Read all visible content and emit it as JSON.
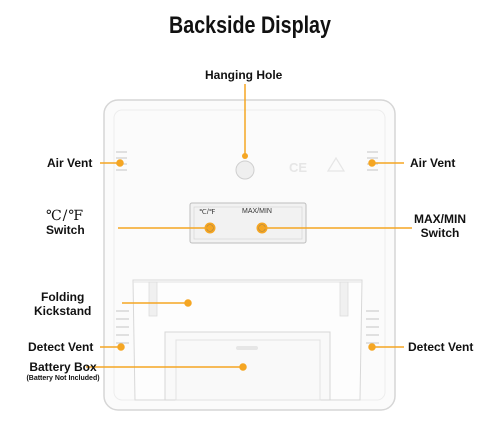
{
  "title": "Backside Display",
  "labels": {
    "hanging_hole": "Hanging Hole",
    "air_vent_left": "Air Vent",
    "air_vent_right": "Air Vent",
    "temp_unit_symbol": "℃/℉",
    "temp_unit_switch": "Switch",
    "max_min_line1": "MAX/MIN",
    "max_min_line2": "Switch",
    "folding_line1": "Folding",
    "folding_line2": "Kickstand",
    "detect_vent_left": "Detect Vent",
    "detect_vent_right": "Detect Vent",
    "battery_box": "Battery Box",
    "battery_note": "(Battery Not Included)"
  },
  "device_text": {
    "unit_switch": "℃/℉",
    "max_min_switch": "MAX/MIN"
  },
  "colors": {
    "accent": "#f5a623",
    "body": "#fbfbfb",
    "outline": "#d9d9d9"
  }
}
